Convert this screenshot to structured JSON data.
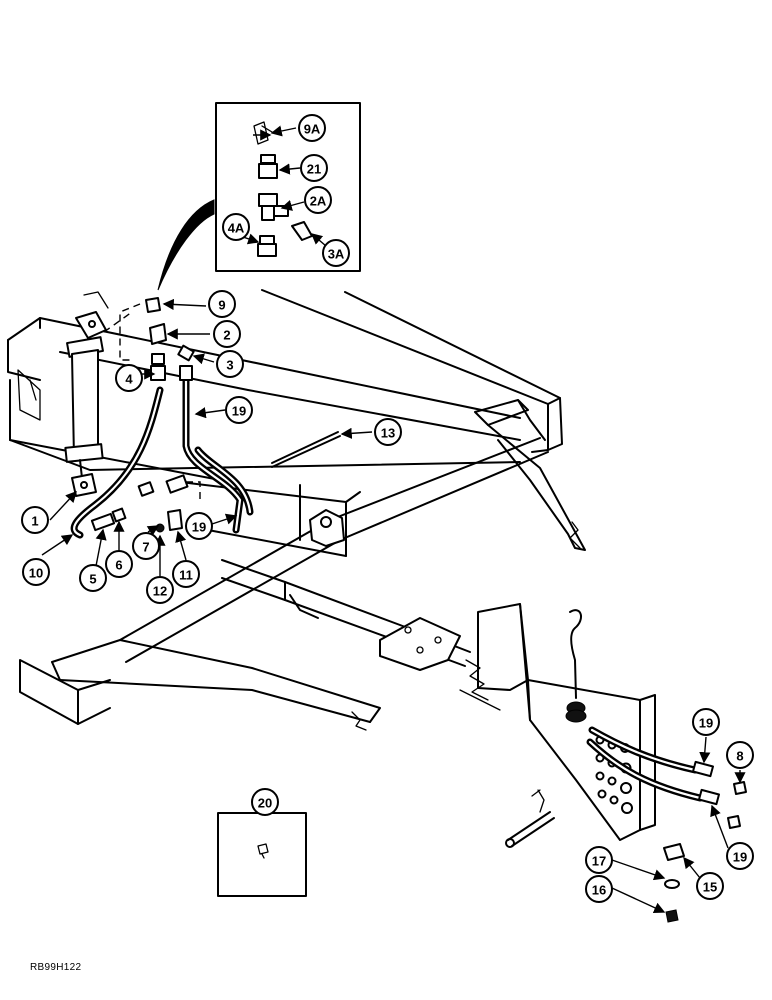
{
  "figure_code": "RB99H122",
  "callouts": {
    "c1": "1",
    "c2": "2",
    "c3": "3",
    "c4": "4",
    "c5": "5",
    "c6": "6",
    "c7": "7",
    "c8": "8",
    "c9": "9",
    "c10": "10",
    "c11": "11",
    "c12": "12",
    "c13": "13",
    "c15": "15",
    "c16": "16",
    "c17": "17",
    "c19a": "19",
    "c19b": "19",
    "c19c": "19",
    "c19d": "19",
    "c20": "20",
    "c21": "21",
    "c9a": "9A",
    "c2a": "2A",
    "c3a": "3A",
    "c4a": "4A"
  }
}
